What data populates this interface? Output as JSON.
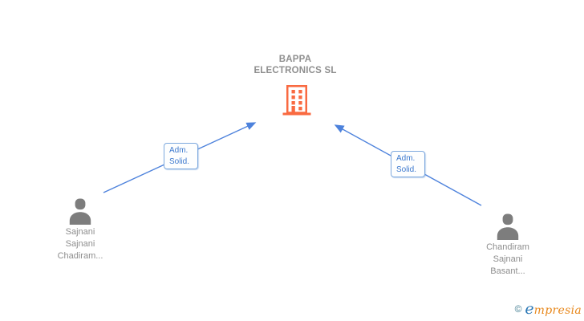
{
  "title": {
    "line1": "BAPPA",
    "line2": "ELECTRONICS SL"
  },
  "persons": [
    {
      "lines": [
        "Sajnani",
        "Sajnani",
        "Chadiram..."
      ]
    },
    {
      "lines": [
        "Chandiram",
        "Sajnani",
        "Basant..."
      ]
    }
  ],
  "relationships": [
    {
      "line1": "Adm.",
      "line2": "Solid."
    },
    {
      "line1": "Adm.",
      "line2": "Solid."
    }
  ],
  "footer": {
    "copyright_symbol": "©",
    "brand_initial": "e",
    "brand_rest": "mpresia"
  },
  "colors": {
    "building_orange": "#f96a41",
    "arrow_blue": "#4d82dc",
    "label_border": "#7ea9de",
    "label_text": "#3d79ce",
    "title_gray": "#8f8f8f",
    "person_gray": "#7d7d7d",
    "name_gray": "#8e8e8e",
    "brand_blue": "#2d79b7",
    "brand_orange": "#e8891e",
    "copyright_teal": "#417c90"
  }
}
